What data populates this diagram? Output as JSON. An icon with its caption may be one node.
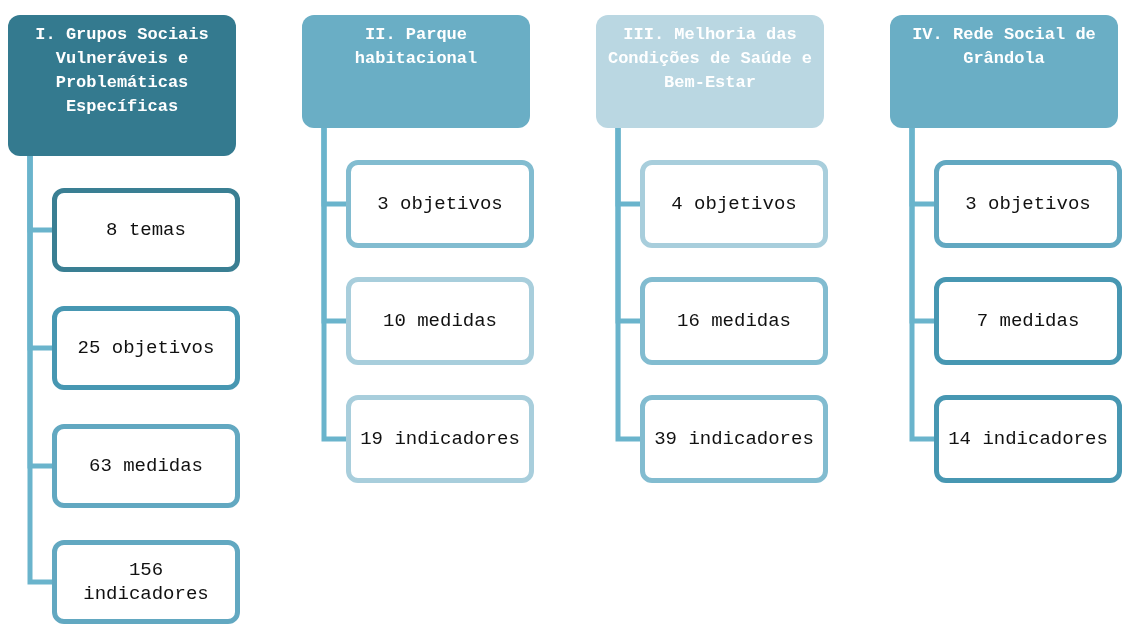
{
  "diagram": {
    "nodes": [
      {
        "text": [
          "I. Grupos Sociais Vulneráveis e Problemáticas Específicas"
        ]
      },
      {
        "text": [
          "8 temas"
        ]
      },
      {
        "text": [
          "25 objetivos"
        ]
      },
      {
        "text": [
          "63 medidas"
        ]
      },
      {
        "text": [
          "156 indicadores"
        ]
      },
      {
        "text": [
          "II. Parque habitacional"
        ]
      },
      {
        "text": [
          "3 objetivos"
        ]
      },
      {
        "text": [
          "10 medidas"
        ]
      },
      {
        "text": [
          "19 indicadores"
        ]
      },
      {
        "text": [
          "III. Melhoria das Condições de Saúde e Bem-Estar"
        ]
      },
      {
        "text": [
          "4 objetivos"
        ]
      },
      {
        "text": [
          "16 medidas"
        ]
      },
      {
        "text": [
          "39 indicadores"
        ]
      },
      {
        "text": [
          "IV. Rede Social de Grândola"
        ]
      },
      {
        "text": [
          "3 objetivos"
        ]
      },
      {
        "text": [
          "7 medidas"
        ]
      },
      {
        "text": [
          "14 indicadores"
        ]
      }
    ],
    "edges": [
      {
        "from": 0,
        "to": 1,
        "arrow": "none"
      },
      {
        "from": 0,
        "to": 2,
        "arrow": "none"
      },
      {
        "from": 0,
        "to": 3,
        "arrow": "none"
      },
      {
        "from": 0,
        "to": 4,
        "arrow": "none"
      },
      {
        "from": 5,
        "to": 6,
        "arrow": "none"
      },
      {
        "from": 5,
        "to": 7,
        "arrow": "none"
      },
      {
        "from": 5,
        "to": 8,
        "arrow": "none"
      },
      {
        "from": 9,
        "to": 10,
        "arrow": "none"
      },
      {
        "from": 9,
        "to": 11,
        "arrow": "none"
      },
      {
        "from": 9,
        "to": 12,
        "arrow": "none"
      },
      {
        "from": 13,
        "to": 14,
        "arrow": "none"
      },
      {
        "from": 13,
        "to": 15,
        "arrow": "none"
      },
      {
        "from": 13,
        "to": 16,
        "arrow": "none"
      }
    ]
  }
}
